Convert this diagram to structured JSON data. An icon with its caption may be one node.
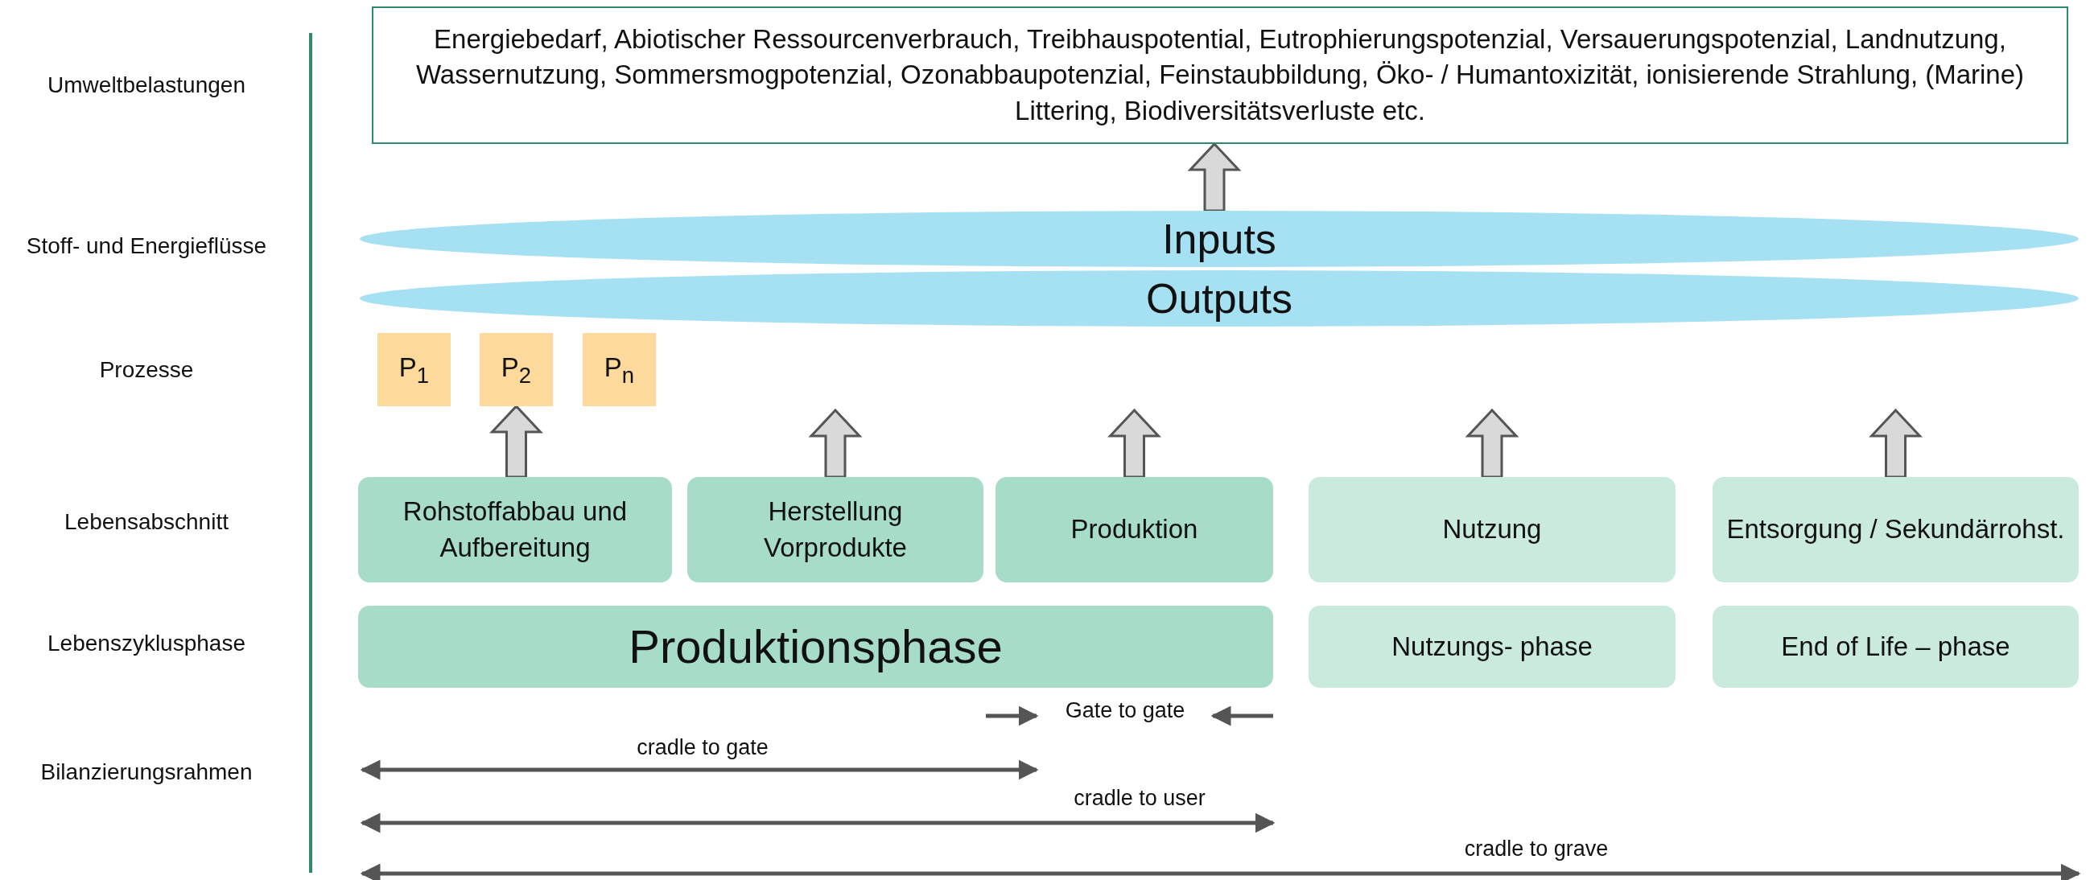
{
  "diagram": {
    "nodes": [
      {
        "text": [
          "Energiebedarf, Abiotischer Ressourcenverbrauch, Treibhauspotential, Eutrophierungspotenzial, Versauerungspotenzial, Landnutzung, Wassernutzung, Sommersmogpotenzial, Ozonabbaupotenzial, Feinstaubbildung, Öko- / Humantoxizität, ionisierende Strahlung, (Marine) Littering, Biodiversitätsverluste etc."
        ]
      },
      {
        "text": [
          "Inputs"
        ]
      },
      {
        "text": [
          "Outputs"
        ]
      },
      {
        "text": [
          "P$_{1}$"
        ]
      },
      {
        "text": [
          "P$_{2}$"
        ]
      },
      {
        "text": [
          "P$_{n}$"
        ]
      },
      {
        "text": [
          "Rohstoffabbau und Aufbereitung"
        ]
      },
      {
        "text": [
          "Herstellung Vorprodukte"
        ]
      },
      {
        "text": [
          "Produktion"
        ]
      },
      {
        "text": [
          "Nutzung"
        ]
      },
      {
        "text": [
          "Entsorgung / Sekundärrohst."
        ]
      },
      {
        "text": [
          "Produktionsphase"
        ]
      },
      {
        "text": [
          "Nutzungs- phase"
        ]
      },
      {
        "text": [
          "End of Life – phase"
        ]
      }
    ],
    "edges": [
      {
        "from": 1,
        "to": 0,
        "arrow": "to"
      },
      {
        "from": 6,
        "to": 4,
        "arrow": "to"
      },
      {
        "from": 7,
        "to": null,
        "arrow": "to"
      },
      {
        "from": 8,
        "to": null,
        "arrow": "to"
      },
      {
        "from": 9,
        "to": null,
        "arrow": "to"
      },
      {
        "from": 10,
        "to": null,
        "arrow": "to"
      }
    ],
    "labels": [
      "Umweltbelastungen",
      "Stoff- und Energieflüsse",
      "Prozesse",
      "Lebensabschnitt",
      "Lebenszyklusphase",
      "Bilanzierungsrahmen",
      "Gate to gate",
      "cradle to gate",
      "cradle to user",
      "cradle to grave"
    ]
  }
}
